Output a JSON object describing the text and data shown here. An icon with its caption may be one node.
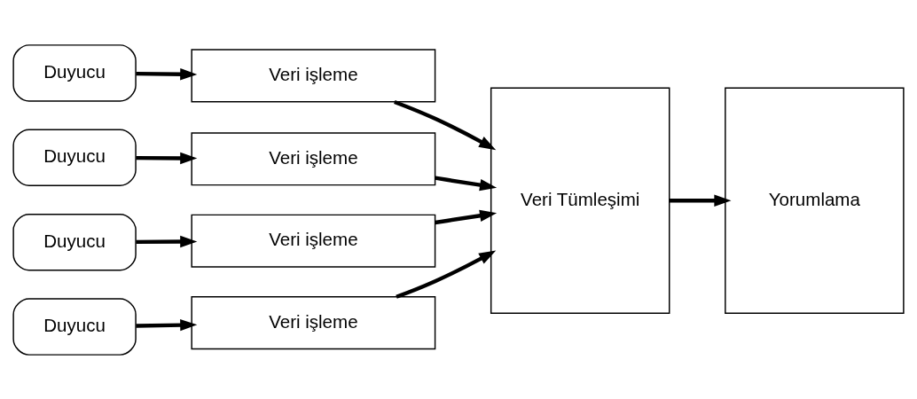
{
  "diagram": {
    "nodes": [
      {
        "text": [
          "Duyucu"
        ]
      },
      {
        "text": [
          "Veri işleme"
        ]
      },
      {
        "text": [
          "Duyucu"
        ]
      },
      {
        "text": [
          "Veri işleme"
        ]
      },
      {
        "text": [
          "Duyucu"
        ]
      },
      {
        "text": [
          "Veri işleme"
        ]
      },
      {
        "text": [
          "Veri Tümleşimi"
        ]
      },
      {
        "text": [
          "Yorumlama"
        ]
      },
      {
        "text": [
          "Duyucu"
        ]
      },
      {
        "text": [
          "Veri işleme"
        ]
      }
    ],
    "edges": [
      {
        "from": 0,
        "to": 1,
        "arrow": "to"
      },
      {
        "from": 1,
        "to": 6,
        "arrow": "to"
      },
      {
        "from": 2,
        "to": 3,
        "arrow": "to"
      },
      {
        "from": 3,
        "to": 6,
        "arrow": "to"
      },
      {
        "from": 4,
        "to": 5,
        "arrow": "to"
      },
      {
        "from": 5,
        "to": 6,
        "arrow": "to"
      },
      {
        "from": 6,
        "to": 7,
        "arrow": "to"
      },
      {
        "from": 8,
        "to": 9,
        "arrow": "to"
      },
      {
        "from": 9,
        "to": 6,
        "arrow": "to"
      }
    ]
  }
}
